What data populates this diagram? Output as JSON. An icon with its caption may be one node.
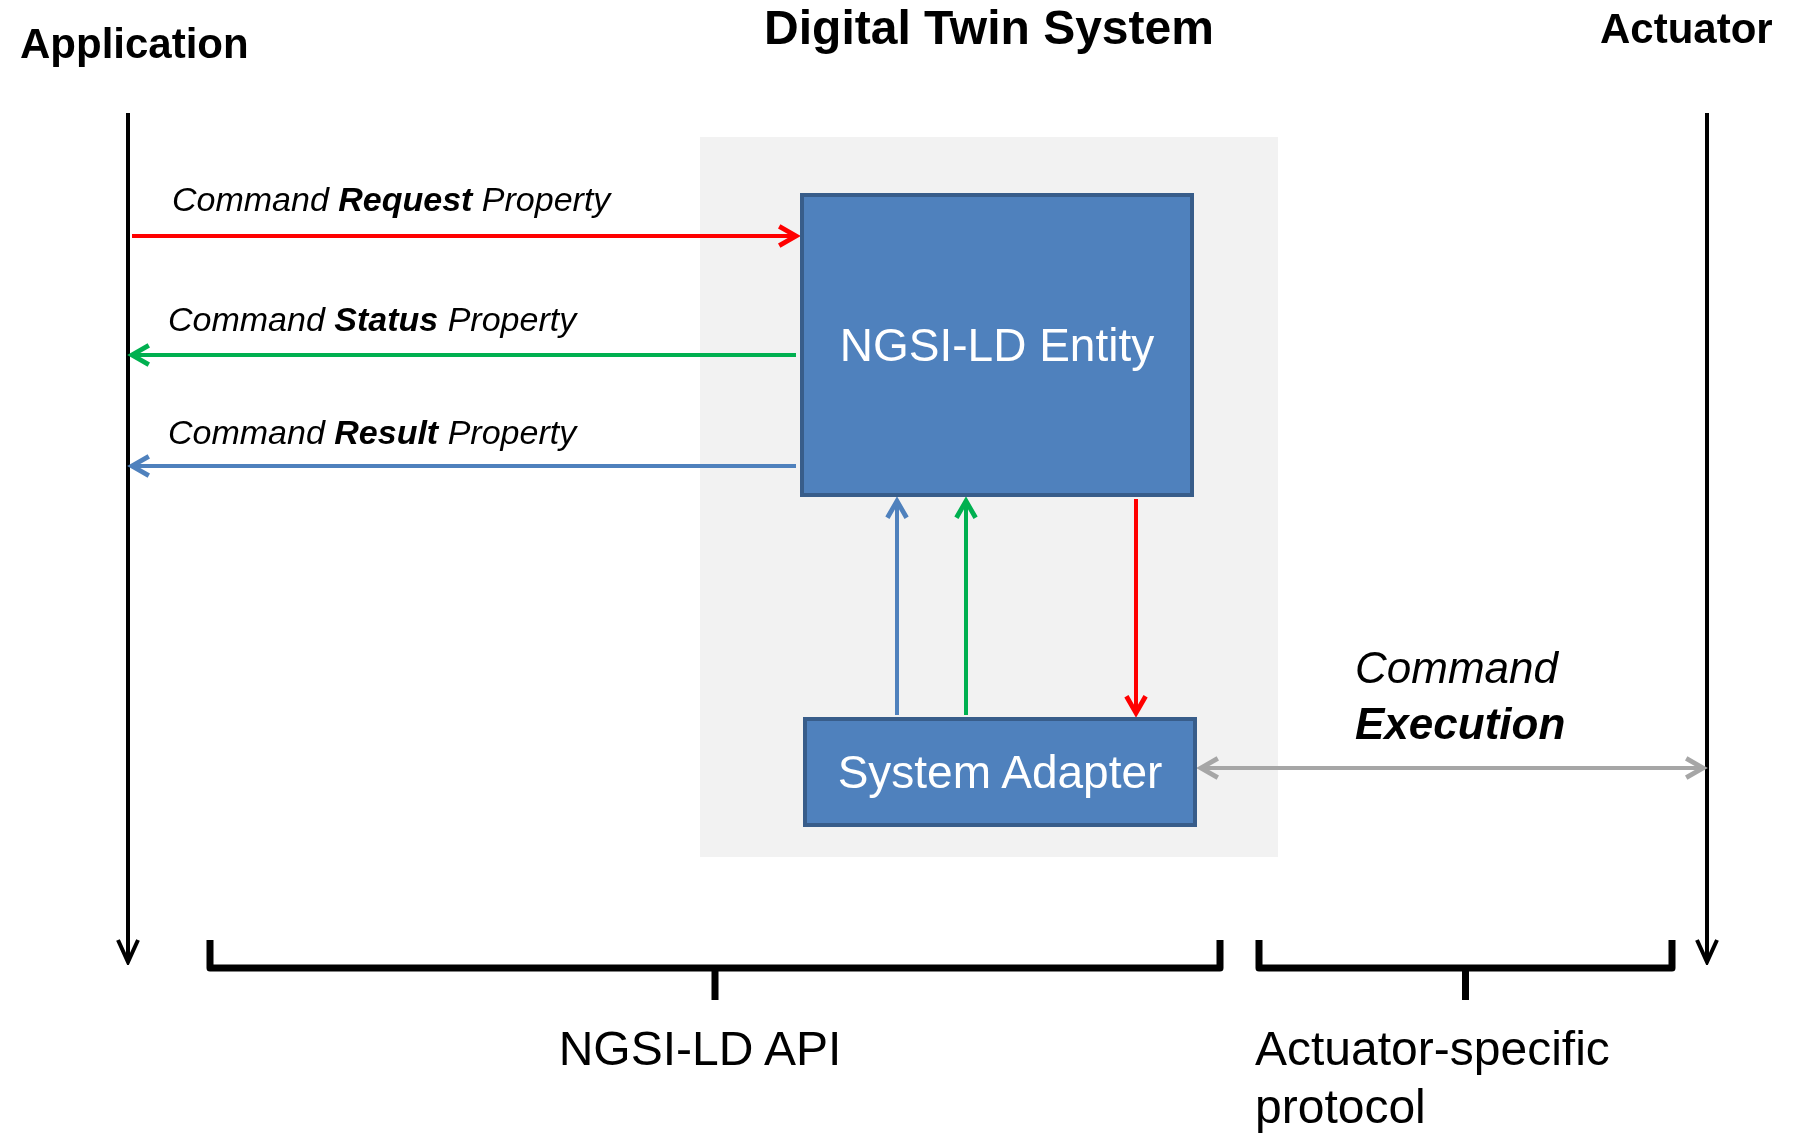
{
  "diagram": {
    "nodes": [
      {
        "text": [
          "Application"
        ]
      },
      {
        "text": [
          "Digital Twin System"
        ]
      },
      {
        "text": [
          "NGSI-LD Entity"
        ],
        "in": 1
      },
      {
        "text": [
          "System Adapter"
        ],
        "in": 1
      },
      {
        "text": [
          "Actuator"
        ]
      }
    ],
    "edges": [
      {
        "from": 0,
        "to": 2,
        "arrow": "to",
        "label": "Command **Request** Property",
        "color": "#ff0000"
      },
      {
        "from": 2,
        "to": 0,
        "arrow": "to",
        "label": "Command **Status** Property",
        "color": "#00b050"
      },
      {
        "from": 2,
        "to": 0,
        "arrow": "to",
        "label": "Command **Result** Property",
        "color": "#4f81bd"
      },
      {
        "from": 3,
        "to": 2,
        "arrow": "to",
        "color": "#4f81bd"
      },
      {
        "from": 3,
        "to": 2,
        "arrow": "to",
        "color": "#00b050"
      },
      {
        "from": 2,
        "to": 3,
        "arrow": "to",
        "color": "#ff0000"
      },
      {
        "from": 3,
        "to": 4,
        "arrow": "both",
        "label": "Command **Execution**",
        "color": "#a6a6a6"
      }
    ],
    "labels": [
      "NGSI-LD API",
      "Actuator-specific protocol"
    ]
  }
}
